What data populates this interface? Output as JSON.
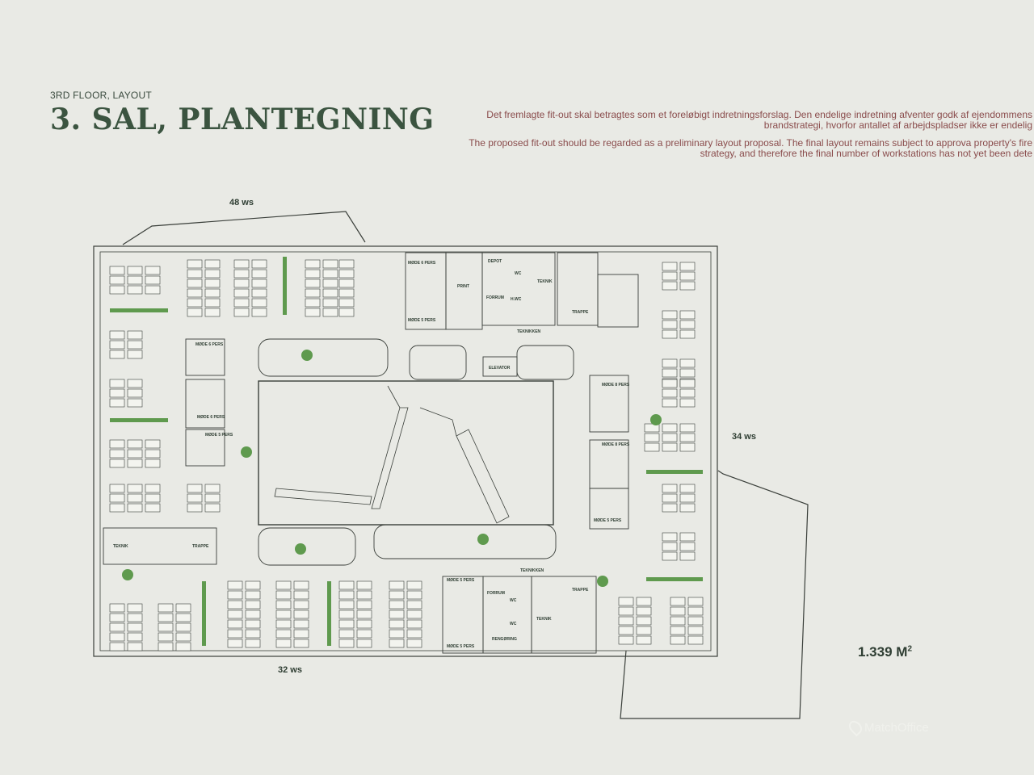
{
  "header": {
    "subtitle": "3RD FLOOR, LAYOUT",
    "title": "3. SAL, PLANTEGNING",
    "note_da": "Det fremlagte fit-out skal betragtes som et foreløbigt indretningsforslag. Den endelige indretning afventer godk af ejendommens brandstrategi, hvorfor antallet af arbejdspladser ikke er endelig",
    "note_en": "The proposed fit-out should be regarded as a preliminary layout proposal. The final layout remains subject to approva property's fire strategy, and therefore the final number of workstations has not yet been dete"
  },
  "plan": {
    "ws_top": "48 ws",
    "ws_right": "34 ws",
    "ws_bottom": "32 ws",
    "area": "1.339 M",
    "area_unit": "2",
    "rooms": {
      "mode_6a": "MØDE 6 PERS",
      "mode_5a": "MØDE 5 PERS",
      "print": "PRINT",
      "depot": "DEPOT",
      "wc1": "WC",
      "hwc": "H.WC",
      "forrum1": "FORRUM",
      "teknik1": "TEKNIK",
      "trappe1": "TRAPPE",
      "teknikken1": "TEKNIKKEN",
      "mode_6b": "MØDE 6 PERS",
      "mode_6c": "MØDE 6 PERS",
      "mode_5b": "MØDE 5 PERS",
      "elevator": "ELEVATOR",
      "mode_8a": "MØDE 8 PERS",
      "mode_8b": "MØDE 8 PERS",
      "mode_5c": "MØDE 5 PERS",
      "teknik2": "TEKNIK",
      "trappe2": "TRAPPE",
      "teknikken2": "TEKNIKKEN",
      "mode_5d": "MØDE 5 PERS",
      "mode_5e": "MØDE 5 PERS",
      "forrum2": "FORRUM",
      "wc2": "WC",
      "wc3": "WC",
      "rengoring": "RENGØRING",
      "teknik3": "TEKNIK",
      "trappe3": "TRAPPE"
    }
  },
  "watermark": "MatchOffice",
  "colors": {
    "background": "#e9eae5",
    "title": "#3b5440",
    "note": "#8a4c4c",
    "plant": "#5f9a4e",
    "line": "#3a3f3a"
  }
}
